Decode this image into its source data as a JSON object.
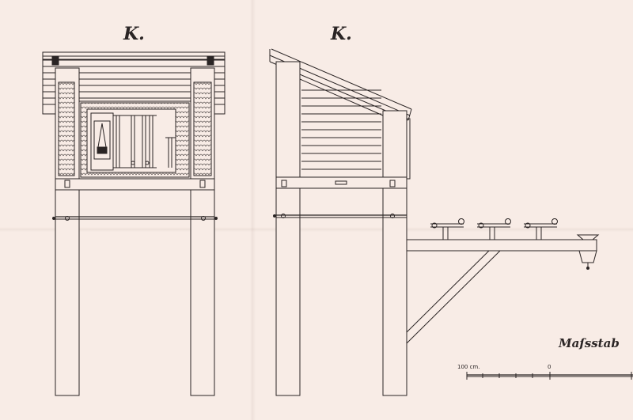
{
  "front_view": {
    "label": "K."
  },
  "side_view": {
    "label": "K."
  },
  "scale_bar": {
    "title": "Maſsstab",
    "left_label": "100 cm.",
    "zero_label": "0"
  },
  "colors": {
    "paper": "#f8ece6",
    "ink": "#2a2424"
  }
}
